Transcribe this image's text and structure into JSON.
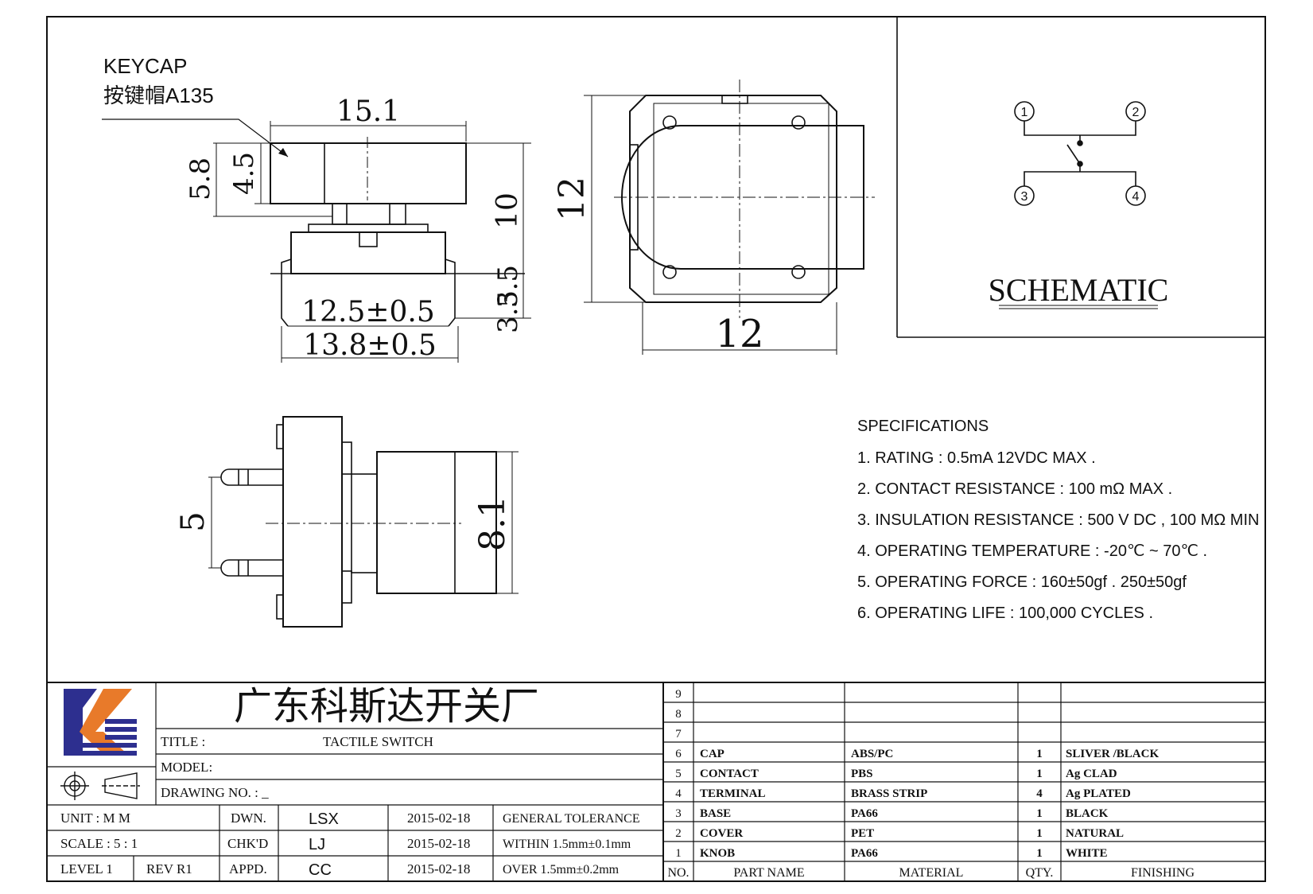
{
  "keycap": {
    "label_en": "KEYCAP",
    "label_cn": "按键帽A135"
  },
  "dimensions": {
    "top_width": "15.1",
    "height_5_8": "5.8",
    "height_4_5": "4.5",
    "height_10": "10",
    "height_3_5_a": "3.5",
    "height_3_5_b": "3.5",
    "pitch_12_5": "12.5±0.5",
    "pitch_13_8": "13.8±0.5",
    "square_12_v": "12",
    "square_12_h": "12",
    "pin_5": "5",
    "cap_8_1": "8.1"
  },
  "schematic": {
    "title": "SCHEMATIC",
    "pins": [
      "1",
      "2",
      "3",
      "4"
    ]
  },
  "specs": {
    "title": "SPECIFICATIONS",
    "items": [
      "1. RATING : 0.5mA 12VDC MAX .",
      "2. CONTACT RESISTANCE : 100 mΩ MAX .",
      "3. INSULATION RESISTANCE : 500 V DC , 100 MΩ MIN",
      "4. OPERATING TEMPERATURE : -20℃ ~ 70℃ .",
      "5. OPERATING FORCE : 160±50gf . 250±50gf",
      "6. OPERATING LIFE : 100,000 CYCLES ."
    ]
  },
  "titleblock": {
    "company": "广东科斯达开关厂",
    "title_label": "TITLE :",
    "title_value": "TACTILE SWITCH",
    "model_label": "MODEL:",
    "drawing_no_label": "DRAWING NO.  : _",
    "rows": [
      {
        "c1": "UNIT    :    M M",
        "c2": "DWN.",
        "c3": "LSX",
        "c4": "2015-02-18",
        "c5": "GENERAL TOLERANCE"
      },
      {
        "c1": "SCALE   :   5 : 1",
        "c2": "CHK'D",
        "c3": "LJ",
        "c4": "2015-02-18",
        "c5": "WITHIN 1.5mm±0.1mm"
      },
      {
        "c1": "LEVEL 1",
        "c1b": "REV   R1",
        "c2": "APPD.",
        "c3": "CC",
        "c4": "2015-02-18",
        "c5": "OVER    1.5mm±0.2mm"
      }
    ]
  },
  "bom": {
    "headers": {
      "no": "NO.",
      "part": "PART   NAME",
      "material": "MATERIAL",
      "qty": "QTY.",
      "finishing": "FINISHING"
    },
    "rows": [
      {
        "no": "9",
        "part": "",
        "material": "",
        "qty": "",
        "finishing": ""
      },
      {
        "no": "8",
        "part": "",
        "material": "",
        "qty": "",
        "finishing": ""
      },
      {
        "no": "7",
        "part": "",
        "material": "",
        "qty": "",
        "finishing": ""
      },
      {
        "no": "6",
        "part": "CAP",
        "material": "ABS/PC",
        "qty": "1",
        "finishing": "SLIVER /BLACK"
      },
      {
        "no": "5",
        "part": "CONTACT",
        "material": "PBS",
        "qty": "1",
        "finishing": "Ag CLAD"
      },
      {
        "no": "4",
        "part": "TERMINAL",
        "material": "BRASS STRIP",
        "qty": "4",
        "finishing": "Ag PLATED"
      },
      {
        "no": "3",
        "part": "BASE",
        "material": "PA66",
        "qty": "1",
        "finishing": "BLACK"
      },
      {
        "no": "2",
        "part": "COVER",
        "material": "PET",
        "qty": "1",
        "finishing": "NATURAL"
      },
      {
        "no": "1",
        "part": "KNOB",
        "material": "PA66",
        "qty": "1",
        "finishing": "WHITE"
      }
    ]
  }
}
